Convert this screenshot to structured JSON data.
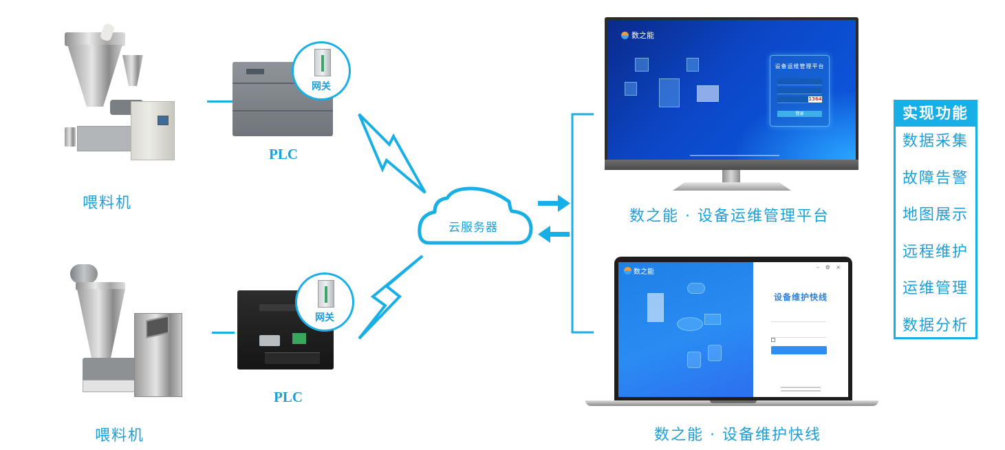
{
  "left_column": {
    "feeders": [
      {
        "label": "喂料机"
      },
      {
        "label": "喂料机"
      }
    ],
    "plcs": [
      {
        "label": "PLC",
        "gateway_label": "网关"
      },
      {
        "label": "PLC",
        "gateway_label": "网关"
      }
    ]
  },
  "cloud": {
    "label": "云服务器",
    "icon": "cloud-icon"
  },
  "platforms": {
    "monitor": {
      "caption": "数之能 · 设备运维管理平台",
      "logo_text": "数之能",
      "login_title": "设备运维管理平台",
      "captcha": "1364",
      "login_button": "登录"
    },
    "laptop": {
      "caption": "数之能 · 设备维护快线",
      "logo_text": "数之能",
      "login_title": "设备维护快线",
      "window_controls": "– ⚙ ×"
    }
  },
  "features": {
    "title": "实现功能",
    "items": [
      "数据采集",
      "故障告警",
      "地图展示",
      "远程维护",
      "运维管理",
      "数据分析"
    ]
  },
  "colors": {
    "accent": "#18aee6",
    "text_accent": "#1a9fd9"
  }
}
